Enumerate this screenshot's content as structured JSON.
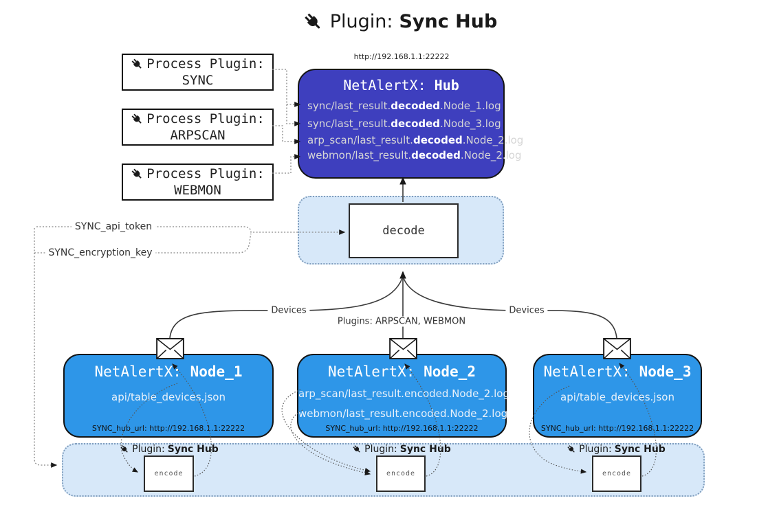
{
  "title": {
    "prefix": "Plugin:",
    "name": "Sync Hub"
  },
  "hub": {
    "url": "http://192.168.1.1:22222",
    "name_prefix": "NetAlertX:",
    "name": "Hub",
    "items": [
      {
        "pre": "sync/last_result.",
        "bold": "decoded",
        "post": ".Node_1.log"
      },
      {
        "pre": "sync/last_result.",
        "bold": "decoded",
        "post": ".Node_3.log"
      },
      {
        "pre": "arp_scan/last_result.",
        "bold": "decoded",
        "post": ".Node_2.log"
      },
      {
        "pre": "webmon/last_result.",
        "bold": "decoded",
        "post": ".Node_2.log"
      }
    ]
  },
  "process_plugins": [
    {
      "label": "Process Plugin:",
      "name": "SYNC"
    },
    {
      "label": "Process Plugin:",
      "name": "ARPSCAN"
    },
    {
      "label": "Process Plugin:",
      "name": "WEBMON"
    }
  ],
  "decode_label": "decode",
  "encode_label": "encode",
  "config": {
    "api_token": "SYNC_api_token",
    "encryption_key": "SYNC_encryption_key"
  },
  "edge_labels": {
    "devices_left": "Devices",
    "plugins_center": "Plugins: ARPSCAN, WEBMON",
    "devices_right": "Devices"
  },
  "nodes": [
    {
      "name_prefix": "NetAlertX:",
      "name": "Node_1",
      "files": [
        "api/table_devices.json"
      ],
      "hub_url": "SYNC_hub_url: http://192.168.1.1:22222"
    },
    {
      "name_prefix": "NetAlertX:",
      "name": "Node_2",
      "files": [
        "arp_scan/last_result.encoded.Node_2.log",
        "webmon/last_result.encoded.Node_2.log"
      ],
      "hub_url": "SYNC_hub_url: http://192.168.1.1:22222"
    },
    {
      "name_prefix": "NetAlertX:",
      "name": "Node_3",
      "files": [
        "api/table_devices.json"
      ],
      "hub_url": "SYNC_hub_url: http://192.168.1.1:22222"
    }
  ],
  "band": {
    "plugin_prefix": "Plugin:",
    "plugin_name": "Sync Hub"
  },
  "colors": {
    "hub_bg": "#3e3fbe",
    "node_bg": "#2e96e8",
    "panel_bg": "#d7e8f9",
    "panel_border": "#7f9dbd",
    "solid_line": "#3b3b3b",
    "dotted_line": "#777777",
    "arrow": "#1a1a1a"
  }
}
